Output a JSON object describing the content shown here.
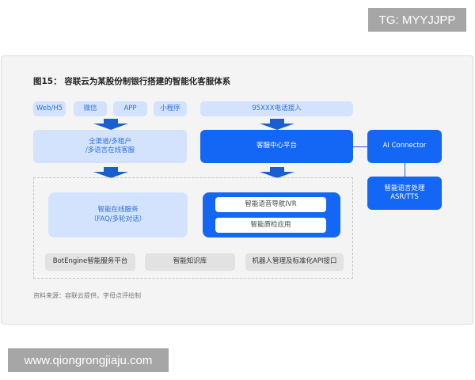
{
  "watermarks": {
    "top_right": "TG: MYYJJPP",
    "bottom_left": "www.qiongrongjiaju.com"
  },
  "figure": {
    "title": "图15：  容联云为某股份制银行搭建的智能化客服体系",
    "source": "资料来源：容联云提供，字母点评绘制"
  },
  "diagram": {
    "channels": [
      "Web/H5",
      "微信",
      "APP",
      "小程序"
    ],
    "phone_access": "95XXX电话接入",
    "omnichannel": {
      "line1": "全渠道/多租户",
      "line2": "/多语言在线客服"
    },
    "service_center": "客服中心平台",
    "ai_connector": "AI Connector",
    "nlp": {
      "line1": "智能语言处理",
      "line2": "ASR/TTS"
    },
    "smart_online": {
      "line1": "智能在线服务",
      "line2": "（FAQ/多轮对话）"
    },
    "voice_group": [
      "智能语音导航IVR",
      "智能质检应用"
    ],
    "platforms": [
      "BotEngine智能服务平台",
      "智能知识库",
      "机器人管理及标准化API接口"
    ],
    "colors": {
      "primary_blue": "#1467f5",
      "light_blue": "#d3e3fd",
      "arrow_blue": "#1a5fd0",
      "gray_box": "#e2e2e2"
    }
  }
}
